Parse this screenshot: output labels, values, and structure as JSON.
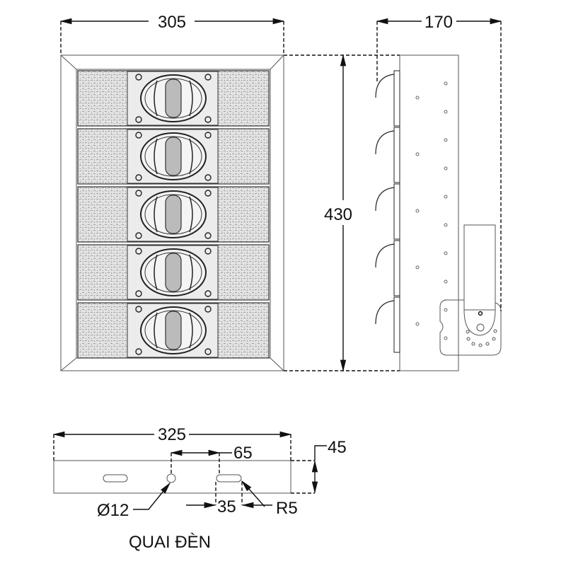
{
  "drawing": {
    "front_view": {
      "width_label": "305",
      "height_label": "430",
      "module_count": 5
    },
    "side_view": {
      "depth_label": "170"
    },
    "bracket": {
      "length_label": "325",
      "hole_spacing_label": "65",
      "height_label": "45",
      "hole_diameter_label": "Ø12",
      "slot_length_label": "35",
      "slot_radius_label": "R5",
      "title": "QUAI ĐÈN"
    }
  }
}
